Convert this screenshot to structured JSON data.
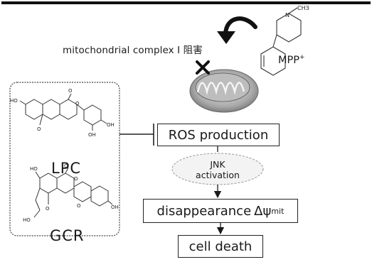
{
  "diagram": {
    "mito_label": "mitochondrial complex Ⅰ 阻害",
    "mpp_label": "MPP",
    "mpp_charge": "+",
    "methyl_label": "CH3",
    "n_label": "N",
    "lpc_label": "LPC",
    "gcr_label": "GCR",
    "ros_label": "ROS production",
    "jnk_line1": "JNK",
    "jnk_line2": "activation",
    "disappearance_label": "disappearance",
    "psi_symbol": "Δψ",
    "psi_subscript": "mit",
    "cell_death_label": "cell death",
    "lpc_atoms": {
      "ho": "HO",
      "o1": "O",
      "o2": "O",
      "methoxy": "O",
      "oh1": "OH",
      "oh2": "OH"
    },
    "gcr_atoms": {
      "ho1": "HO",
      "o1": "O",
      "o2": "O",
      "o3": "O",
      "ho2": "HO",
      "methoxy": "O",
      "oh": "OH"
    }
  }
}
